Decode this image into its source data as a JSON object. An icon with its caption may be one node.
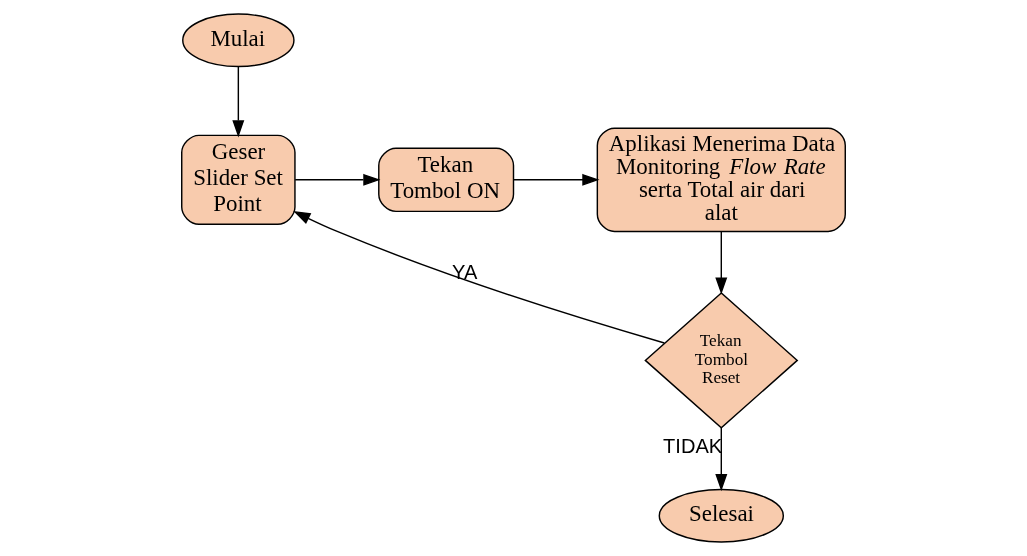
{
  "diagram": {
    "nodes": [
      {
        "text": [
          "Mulai"
        ]
      },
      {
        "text": [
          "Geser Slider Set Point"
        ]
      },
      {
        "text": [
          "Tekan Tombol ON"
        ]
      },
      {
        "text": [
          "Aplikasi Menerima Data Monitoring *Flow Rate* serta Total air dari alat"
        ]
      },
      {
        "text": [
          "Tekan Tombol Reset"
        ]
      },
      {
        "text": [
          "Selesai"
        ]
      }
    ],
    "edges": [
      {
        "from": 0,
        "to": 1,
        "arrow": "to"
      },
      {
        "from": 1,
        "to": 2,
        "arrow": "to"
      },
      {
        "from": 2,
        "to": 3,
        "arrow": "to"
      },
      {
        "from": 3,
        "to": 4,
        "arrow": "to"
      },
      {
        "from": 4,
        "to": 1,
        "arrow": "to",
        "label": "YA"
      },
      {
        "from": 4,
        "to": 5,
        "arrow": "to",
        "label": "TIDAK"
      }
    ]
  }
}
